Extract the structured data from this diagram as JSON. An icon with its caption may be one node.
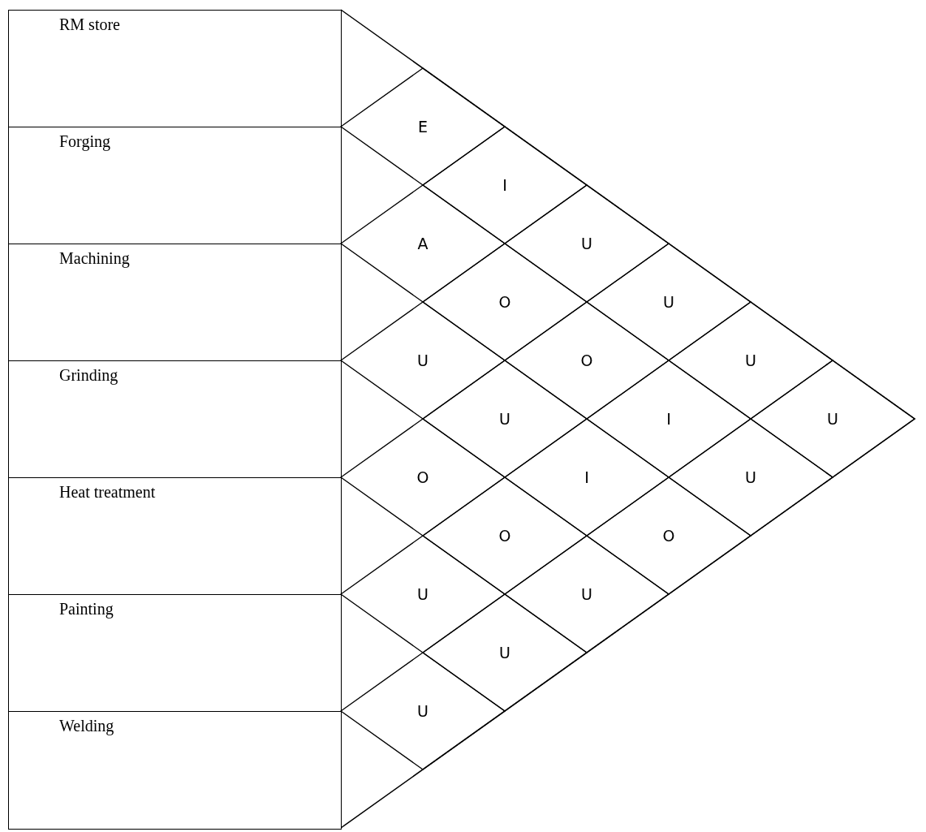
{
  "diagram": {
    "nodes": [
      {
        "text": [
          "RM store"
        ]
      },
      {
        "text": [
          "Forging"
        ]
      },
      {
        "text": [
          "Machining"
        ]
      },
      {
        "text": [
          "Grinding"
        ]
      },
      {
        "text": [
          "Heat treatment"
        ]
      },
      {
        "text": [
          "Painting"
        ]
      },
      {
        "text": [
          "Welding"
        ]
      },
      {
        "text": [
          "E"
        ]
      },
      {
        "text": [
          "I"
        ]
      },
      {
        "text": [
          "U"
        ]
      },
      {
        "text": [
          "U"
        ]
      },
      {
        "text": [
          "U"
        ]
      },
      {
        "text": [
          "U"
        ]
      },
      {
        "text": [
          "A"
        ]
      },
      {
        "text": [
          "O"
        ]
      },
      {
        "text": [
          "O"
        ]
      },
      {
        "text": [
          "I"
        ]
      },
      {
        "text": [
          "U"
        ]
      },
      {
        "text": [
          "U"
        ]
      },
      {
        "text": [
          "U"
        ]
      },
      {
        "text": [
          "I"
        ]
      },
      {
        "text": [
          "O"
        ]
      },
      {
        "text": [
          "O"
        ]
      },
      {
        "text": [
          "O"
        ]
      },
      {
        "text": [
          "U"
        ]
      },
      {
        "text": [
          "U"
        ]
      },
      {
        "text": [
          "U"
        ]
      },
      {
        "text": [
          "U"
        ]
      }
    ]
  }
}
